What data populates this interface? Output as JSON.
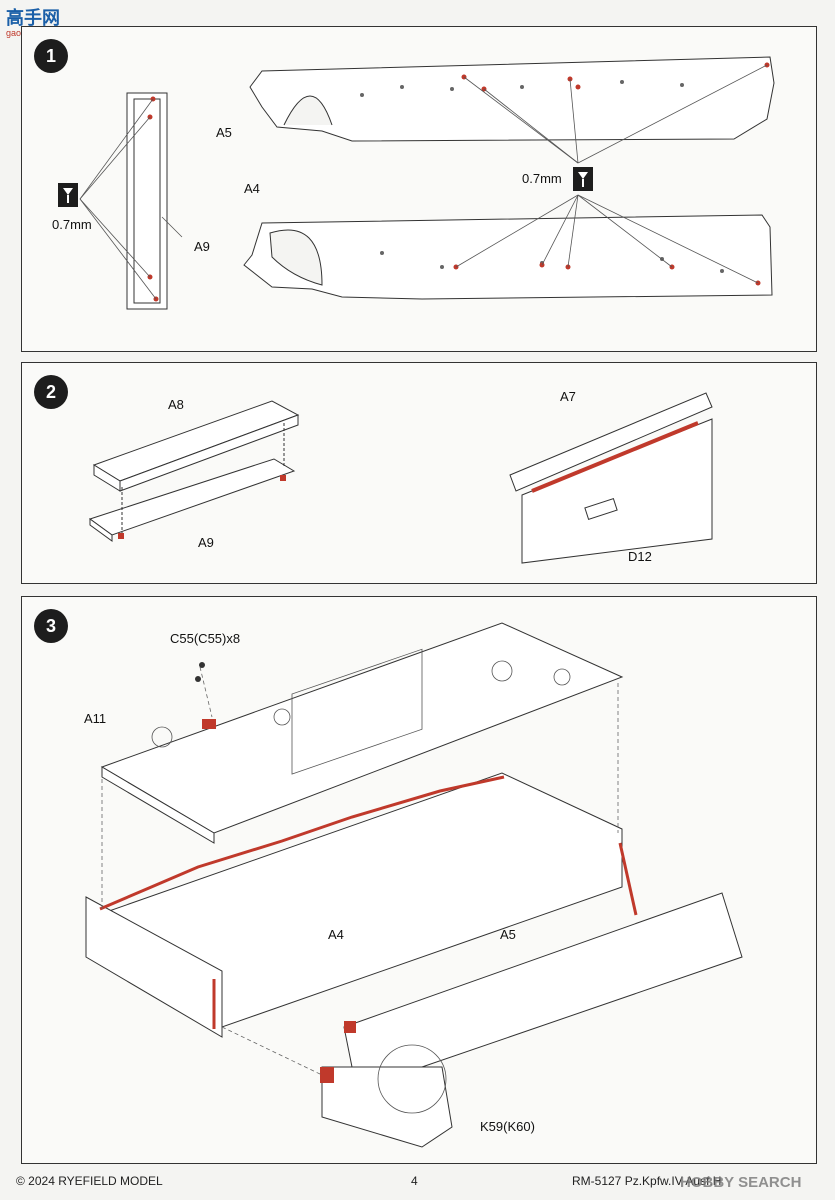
{
  "watermark": {
    "line1": "高手网",
    "line2": "gao-shou.com"
  },
  "steps": [
    {
      "number": "1",
      "labels": {
        "a5": "A5",
        "a4": "A4",
        "a9": "A9",
        "drill_left": "0.7mm",
        "drill_right": "0.7mm"
      }
    },
    {
      "number": "2",
      "labels": {
        "a8": "A8",
        "a9": "A9",
        "a7": "A7",
        "d12": "D12"
      }
    },
    {
      "number": "3",
      "labels": {
        "c55": "C55(C55)x8",
        "a11": "A11",
        "a4": "A4",
        "a5": "A5",
        "k59": "K59(K60)"
      }
    }
  ],
  "footer": {
    "copyright": "© 2024 RYEFIELD MODEL",
    "page_number": "4",
    "product": "RM-5127 Pz.Kpfw.IV Ausf.H",
    "logo": "HOBBY SEARCH"
  },
  "colors": {
    "accent_red": "#c0392b",
    "line": "#333333"
  }
}
